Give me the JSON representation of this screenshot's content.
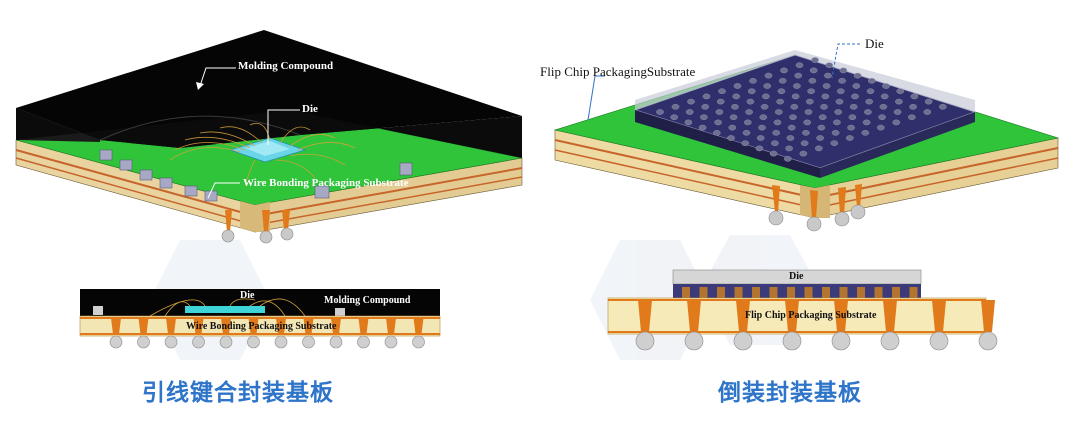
{
  "wire_bonding": {
    "molding_compound": "Molding Compound",
    "die": "Die",
    "substrate": "Wire Bonding Packaging Substrate",
    "section_die": "Die",
    "section_molding": "Molding Compound",
    "section_substrate": "Wire Bonding Packaging Substrate",
    "caption": "引线键合封装基板"
  },
  "flip_chip": {
    "substrate": "Flip Chip PackagingSubstrate",
    "die": "Die",
    "section_die": "Die",
    "section_substrate": "Flip Chip Packaging Substrate",
    "caption": "倒装封装基板"
  },
  "colors": {
    "molding": "#050505",
    "substrate_green": "#2fc43a",
    "substrate_core": "#f0dca8",
    "copper": "#e07a1a",
    "die_fc": "#3b3b7a",
    "caption": "#2e74c8",
    "watermark": "#eef1f6"
  }
}
